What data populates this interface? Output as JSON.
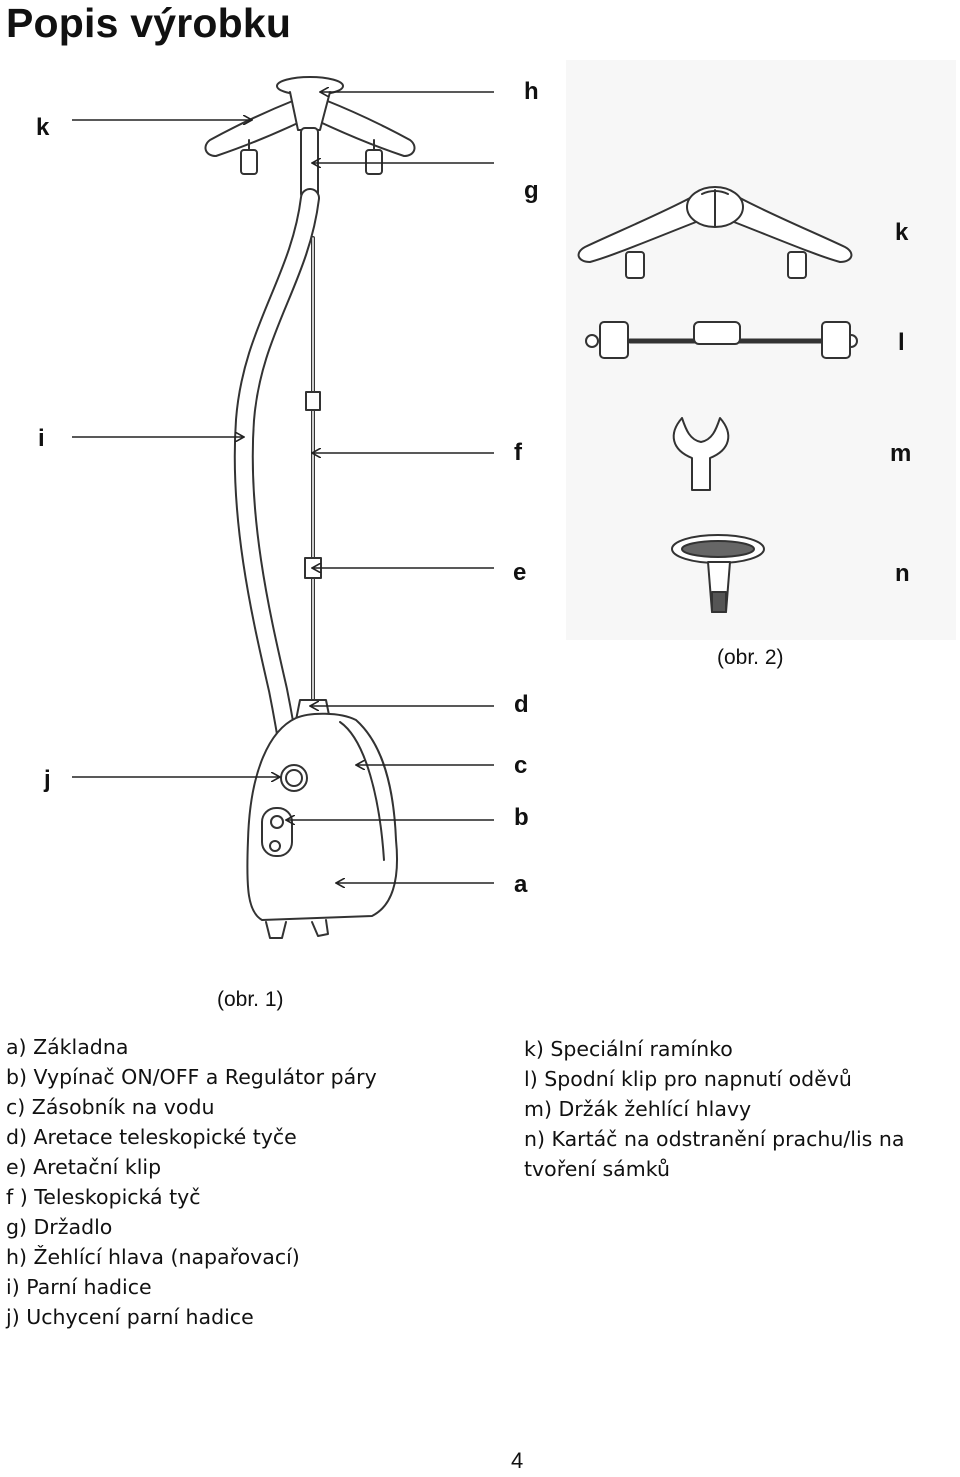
{
  "page_title": "Popis výrobku",
  "figure1": {
    "caption": "(obr. 1)",
    "callouts": {
      "h": "h",
      "g": "g",
      "f": "f",
      "e": "e",
      "d": "d",
      "c": "c",
      "b": "b",
      "a": "a",
      "k": "k",
      "i": "i",
      "j": "j"
    }
  },
  "figure2": {
    "caption": "(obr. 2)",
    "callouts": {
      "k": "k",
      "l": "l",
      "m": "m",
      "n": "n"
    }
  },
  "legend_left": [
    "a) Základna",
    "b) Vypínač ON/OFF a Regulátor páry",
    "c) Zásobník na vodu",
    "d) Aretace teleskopické tyče",
    "e) Aretační klip",
    "f ) Teleskopická tyč",
    "g) Držadlo",
    "h) Žehlící hlava (napařovací)",
    "i) Parní hadice",
    "j) Uchycení parní hadice"
  ],
  "legend_right": [
    "k) Speciální ramínko",
    "l) Spodní klip pro napnutí oděvů",
    "m) Držák žehlící hlavy",
    "n) Kartáč na odstranění prachu/lis na",
    "tvoření sámků"
  ],
  "page_number": "4"
}
